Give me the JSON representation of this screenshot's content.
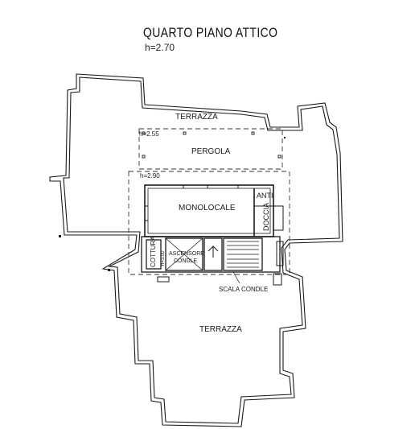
{
  "header": {
    "title": "QUARTO PIANO ATTICO",
    "height": "h=2.70"
  },
  "labels": {
    "terrazza_top": "TERRAZZA",
    "pergola_height": "h=2.55",
    "pergola": "PERGOLA",
    "room_height": "h=2.90",
    "monolocale": "MONOLOCALE",
    "anti": "ANTI",
    "doccia": "DOCCIA",
    "cottura": "COTTURA",
    "cottura_small": "h=3.00",
    "ascensore_1": "ASCENSORE",
    "ascensore_2": "CONDLE",
    "scala": "SCALA CONDLE",
    "terrazza_bottom": "TERRAZZA"
  },
  "colors": {
    "line": "#1a1a1a",
    "background": "#ffffff"
  }
}
